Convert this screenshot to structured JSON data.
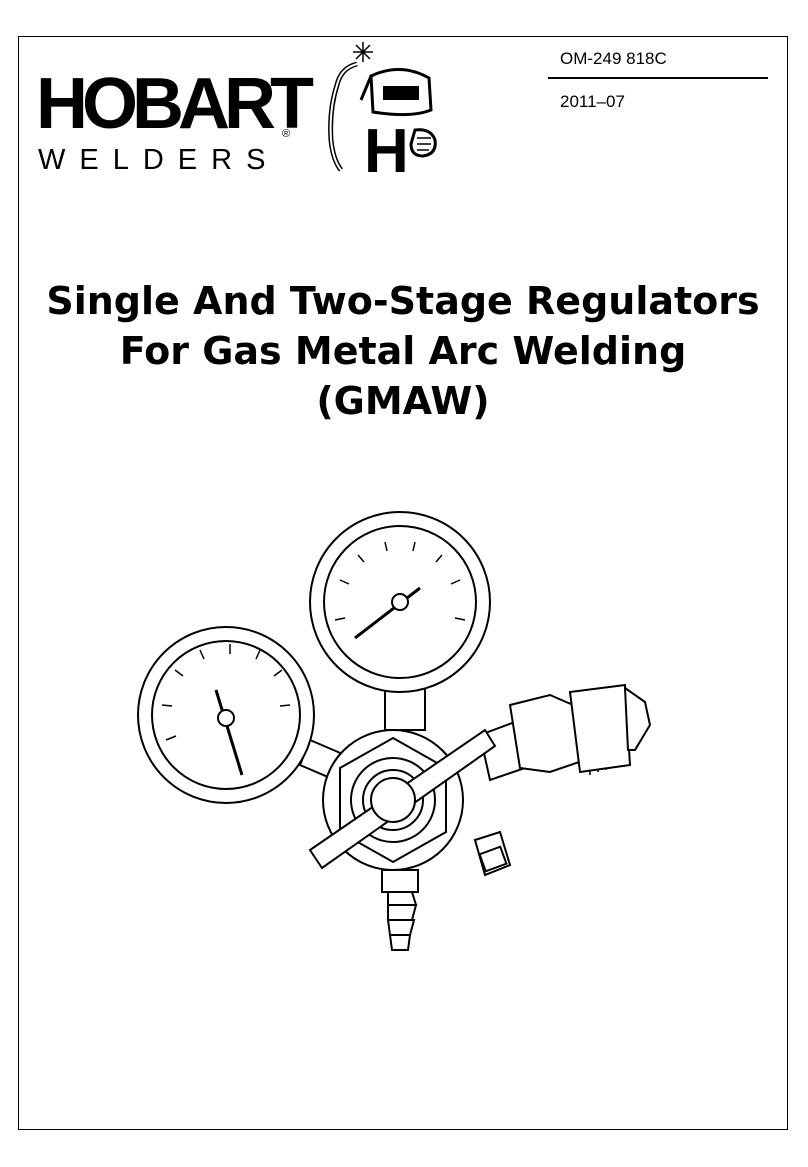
{
  "brand": {
    "name": "HOBART",
    "registered": "®",
    "tagline": "WELDERS",
    "mascot_letter": "H"
  },
  "doc": {
    "number": "OM-249 818C",
    "date": "2011–07"
  },
  "title": {
    "line1": "Single And Two-Stage Regulators",
    "line2": "For Gas Metal Arc Welding",
    "line3": "(GMAW)"
  },
  "illustration": {
    "icon": "gas-regulator-illustration"
  }
}
